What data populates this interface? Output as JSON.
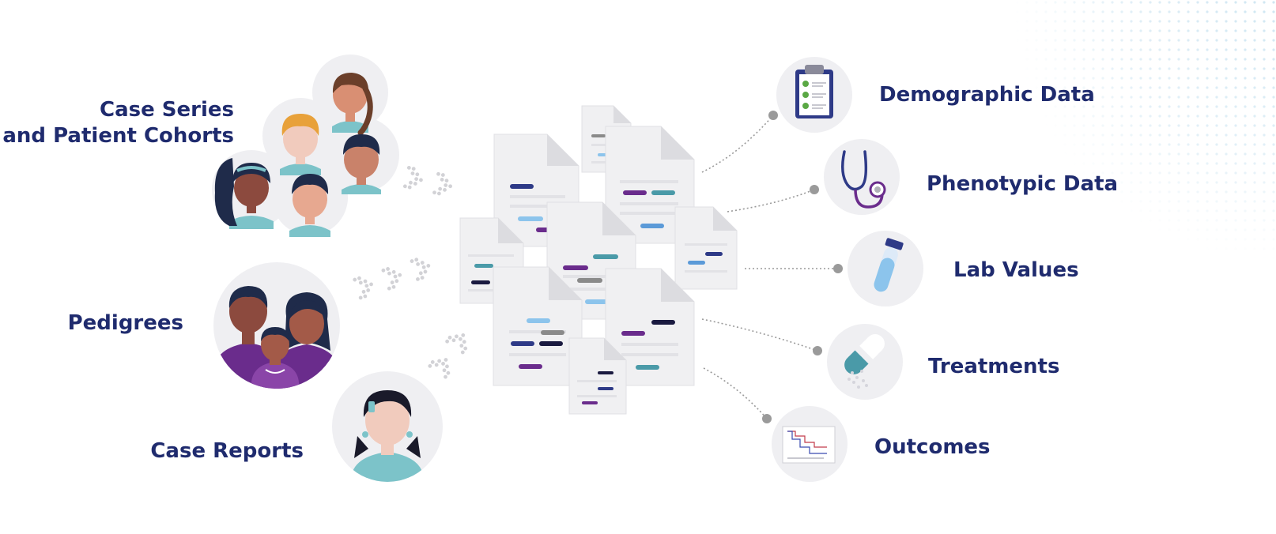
{
  "sources": [
    {
      "id": "cohorts",
      "lines": [
        "Case Series",
        "and Patient Cohorts"
      ]
    },
    {
      "id": "pedigrees",
      "lines": [
        "Pedigrees"
      ]
    },
    {
      "id": "case-reports",
      "lines": [
        "Case Reports"
      ]
    }
  ],
  "outputs": [
    {
      "id": "demographic",
      "label": "Demographic Data",
      "icon": "clipboard-checklist-icon"
    },
    {
      "id": "phenotypic",
      "label": "Phenotypic Data",
      "icon": "stethoscope-icon"
    },
    {
      "id": "lab",
      "label": "Lab Values",
      "icon": "test-tube-icon"
    },
    {
      "id": "treatments",
      "label": "Treatments",
      "icon": "pill-capsule-icon"
    },
    {
      "id": "outcomes",
      "label": "Outcomes",
      "icon": "survival-chart-icon"
    }
  ],
  "colors": {
    "label": "#1f2b6e",
    "circle": "#efeff2",
    "document": "#f0f0f2",
    "document_fold": "#dcdce0",
    "line_gray": "#e2e2e6",
    "connector": "#9a9a9a",
    "navy": "#2e3a87",
    "purple": "#6a2c8c",
    "teal": "#4a9aa8",
    "light_blue": "#8cc4ec",
    "dark_navy": "#1a1a40",
    "gray": "#8a8a8a",
    "skin_light": "#f1cbbd",
    "skin_medium": "#d98f73",
    "skin_dark": "#8c4a3e",
    "hair_dark": "#1f2b4a",
    "hair_blond": "#e8a13a",
    "hair_brown": "#6b3f2a",
    "shirt_teal": "#7cc3c9",
    "shirt_purple": "#6a2c8c"
  }
}
